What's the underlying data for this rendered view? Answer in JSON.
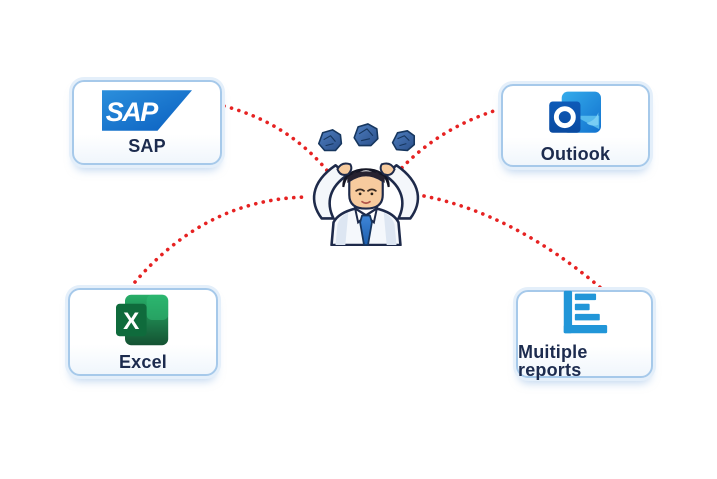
{
  "diagram": {
    "description": "Stressed person overwhelmed by multiple disconnected tools",
    "cards": [
      {
        "id": "sap",
        "label": "SAP"
      },
      {
        "id": "outlook",
        "label": "Outiook"
      },
      {
        "id": "excel",
        "label": "Excel"
      },
      {
        "id": "reports",
        "label": "Muitiple reports"
      }
    ],
    "icons": {
      "sap_logo_text": "SAP",
      "excel_letter": "X"
    },
    "colors": {
      "connector_red": "#e62222",
      "card_border": "#a6c9ea",
      "label_navy": "#1c2b4e",
      "sap_blue": "#0e6ac0",
      "excel_green": "#1f9d5b",
      "outlook_dark_blue": "#0a4fa8",
      "outlook_light_blue": "#2b9ce0",
      "reports_blue": "#2196d8",
      "tie_blue": "#2f74c4"
    }
  }
}
